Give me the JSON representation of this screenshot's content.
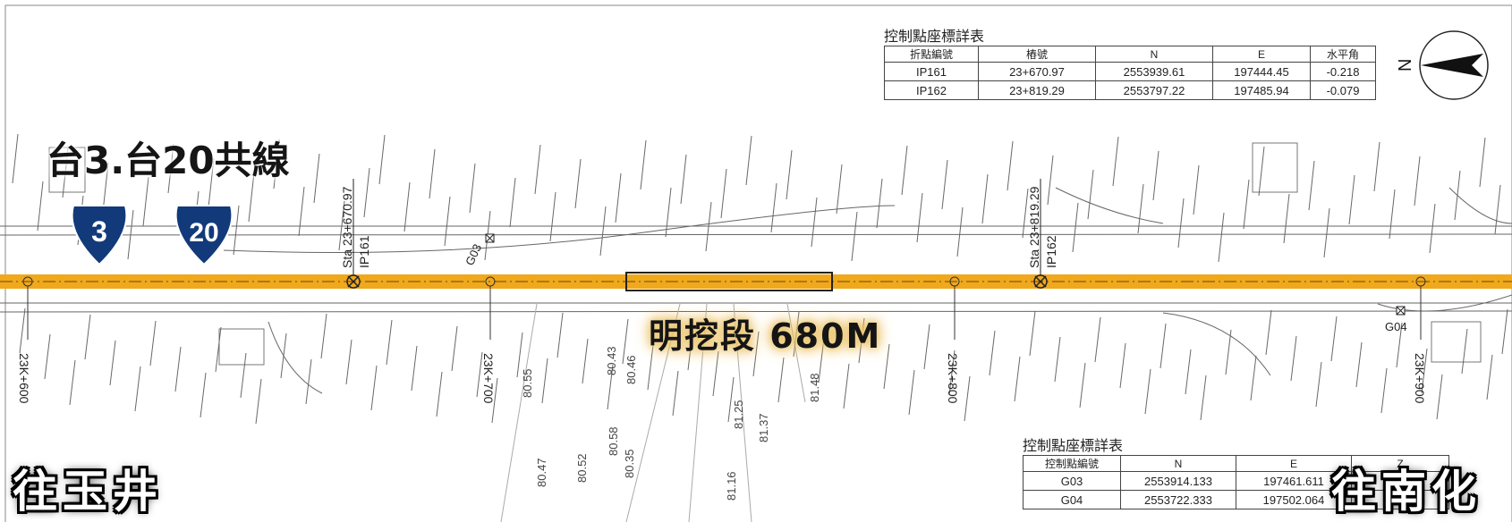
{
  "route_title": "台3.台20共線",
  "shields": [
    {
      "number": "3",
      "color": "#123a7a"
    },
    {
      "number": "20",
      "color": "#123a7a"
    }
  ],
  "section_label": "明挖段 680M",
  "direction_left": "往玉井",
  "direction_right": "往南化",
  "stations": [
    {
      "label": "Sta 23+670.97",
      "ip": "IP161"
    },
    {
      "label": "Sta 23+819.29",
      "ip": "IP162"
    }
  ],
  "chainage_labels": [
    "23K+600",
    "23K+700",
    "23K+800",
    "23K+900"
  ],
  "control_points": [
    "G03",
    "G04"
  ],
  "elevation_labels": [
    "80.55",
    "80.47",
    "80.58",
    "80.35",
    "80.43",
    "80.52",
    "80.46",
    "81.48",
    "81.37",
    "81.25",
    "81.16"
  ],
  "ip_table": {
    "title": "控制點座標詳表",
    "headers": [
      "折點編號",
      "樁號",
      "N",
      "E",
      "水平角"
    ],
    "rows": [
      [
        "IP161",
        "23+670.97",
        "2553939.61",
        "197444.45",
        "-0.218"
      ],
      [
        "IP162",
        "23+819.29",
        "2553797.22",
        "197485.94",
        "-0.079"
      ]
    ]
  },
  "gpoint_table": {
    "title": "控制點座標詳表",
    "headers": [
      "控制點編號",
      "N",
      "E",
      "Z"
    ],
    "rows": [
      [
        "G03",
        "2553914.133",
        "197461.611",
        ""
      ],
      [
        "G04",
        "2553722.333",
        "197502.064",
        ""
      ]
    ]
  },
  "compass_letter": "N",
  "colors": {
    "road": "#f0a81c",
    "shield": "#123a7a",
    "line": "#555555"
  }
}
